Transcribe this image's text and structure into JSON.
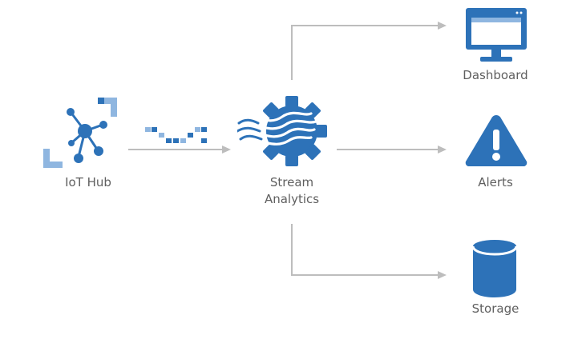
{
  "nodes": {
    "iot_hub": {
      "label": "IoT Hub"
    },
    "stream_analytics": {
      "label_line1": "Stream",
      "label_line2": "Analytics"
    },
    "dashboard": {
      "label": "Dashboard"
    },
    "alerts": {
      "label": "Alerts"
    },
    "storage": {
      "label": "Storage"
    }
  },
  "colors": {
    "icon_blue": "#2d72b8",
    "icon_light_blue": "#8fb6e0",
    "arrow_gray": "#bdbdbd",
    "label_gray": "#5f5f5f"
  }
}
